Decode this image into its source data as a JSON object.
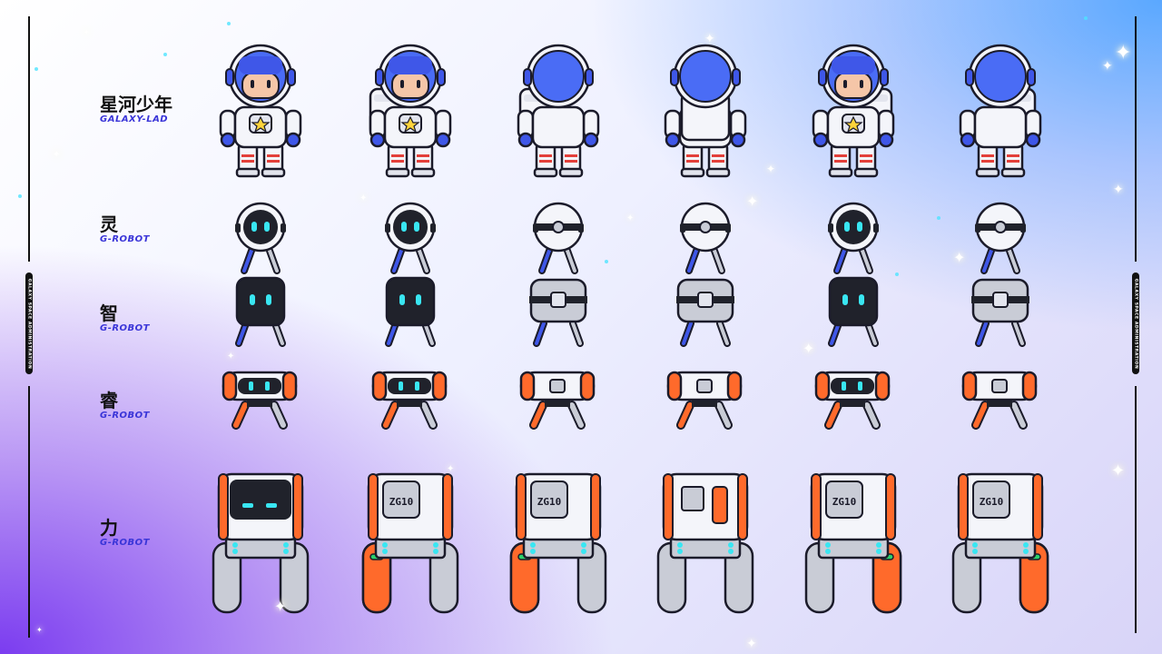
{
  "rows": [
    {
      "id": "galaxy-lad",
      "zh": "星河少年",
      "en": "GALAXY-LAD"
    },
    {
      "id": "ling",
      "zh": "灵",
      "en": "G-ROBOT"
    },
    {
      "id": "zhi",
      "zh": "智",
      "en": "G-ROBOT"
    },
    {
      "id": "rui",
      "zh": "睿",
      "en": "G-ROBOT"
    },
    {
      "id": "li",
      "zh": "力",
      "en": "G-ROBOT"
    }
  ],
  "side_text": "GALAXY SPACE ADMINISTRATION",
  "robot_badge": "ZG10",
  "colors": {
    "outline": "#1b1b2a",
    "suit": "#f4f5fa",
    "blue": "#3f57e8",
    "visor": "#4a6cf5",
    "face": "#f5c6a8",
    "eye": "#39e6f2",
    "orange": "#ff6a2b",
    "gray": "#c9ccd6",
    "dark": "#20222b"
  }
}
